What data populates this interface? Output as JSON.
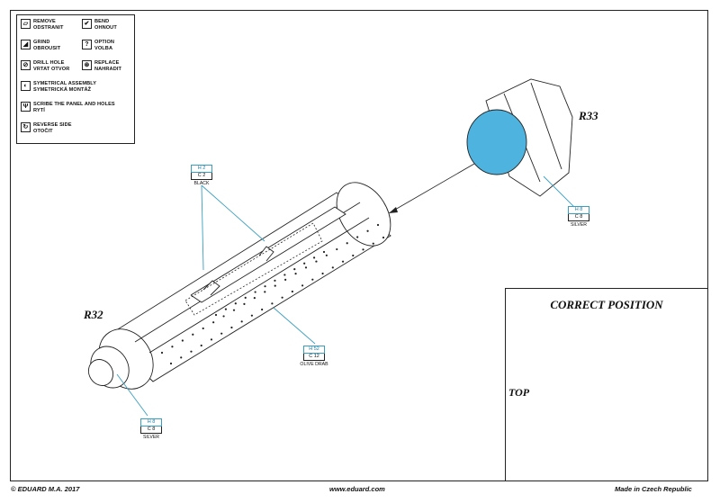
{
  "legend": [
    {
      "icon": "remove-icon",
      "glyph": "▱",
      "lines": [
        "REMOVE",
        "ODSTRANIT"
      ]
    },
    {
      "icon": "bend-icon",
      "glyph": "✔",
      "lines": [
        "BEND",
        "OHNOUT"
      ]
    },
    {
      "icon": "grind-icon",
      "glyph": "◢",
      "lines": [
        "GRIND",
        "OBROUSIT"
      ]
    },
    {
      "icon": "option-icon",
      "glyph": "?",
      "lines": [
        "OPTION",
        "VOLBA"
      ]
    },
    {
      "icon": "drill-icon",
      "glyph": "⊘",
      "lines": [
        "DRILL HOLE",
        "VRTAT OTVOR"
      ]
    },
    {
      "icon": "replace-icon",
      "glyph": "⊛",
      "lines": [
        "REPLACE",
        "NAHRADIT"
      ]
    },
    {
      "icon": "symmetrical-icon",
      "glyph": "◐",
      "lines": [
        "SYMETRICAL ASSEMBLY",
        "SYMETRICKÁ MONTÁŽ"
      ]
    },
    {
      "icon": "scribe-icon",
      "glyph": "Ψ",
      "lines": [
        "SCRIBE THE PANEL AND HOLES",
        "RYTÍ"
      ]
    },
    {
      "icon": "reverse-icon",
      "glyph": "↻",
      "lines": [
        "REVERSE SIDE",
        "OTOČIT"
      ]
    }
  ],
  "parts": {
    "r32": "R32",
    "r33": "R33"
  },
  "callouts": {
    "black": {
      "h": "H 2",
      "c": "C 2",
      "name": "BLACK"
    },
    "olive": {
      "h": "H 52",
      "c": "C 12",
      "name": "OLIVE DRAB"
    },
    "silver_r33": {
      "h": "H 8",
      "c": "C 8",
      "name": "SILVER"
    },
    "silver_r32": {
      "h": "H 8",
      "c": "C 8",
      "name": "SILVER"
    }
  },
  "correct_position": {
    "title": "CORRECT POSITION",
    "top_label": "TOP"
  },
  "footer": {
    "left": "© EDUARD  M.A. 2017",
    "center": "www.eduard.com",
    "right": "Made in Czech Republic"
  },
  "colors": {
    "part_blue": "#4fb3e0",
    "callout_line": "#3a9fbf"
  }
}
